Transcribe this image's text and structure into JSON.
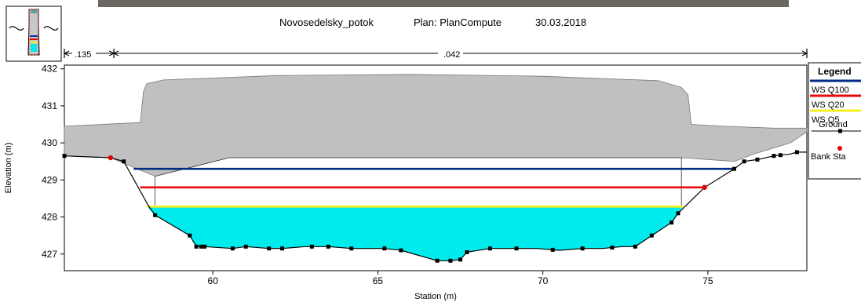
{
  "header": {
    "title": "Novosedelsky_potok",
    "plan": "Plan: PlanCompute",
    "date": "30.03.2018"
  },
  "manning": {
    "left_label": ".135",
    "main_label": ".042"
  },
  "legend": {
    "title": "Legend",
    "items": [
      {
        "label": "WS Q100",
        "kind": "line",
        "color": "#002c86"
      },
      {
        "label": "WS Q20",
        "kind": "line",
        "color": "#e40b0b"
      },
      {
        "label": "WS Q5",
        "kind": "line",
        "color": "#f6f021"
      },
      {
        "label": "Ground",
        "kind": "line-marker",
        "color": "#000000"
      },
      {
        "label": "Bank Sta",
        "kind": "marker",
        "color": "#e00000"
      }
    ]
  },
  "colors": {
    "water": "#00ecec",
    "bridge_deck": "#c0c0c0",
    "ground": "#000000",
    "bank": "#e00000"
  },
  "chart_data": {
    "type": "line",
    "title": "Novosedelsky_potok   Plan: PlanCompute   30.03.2018",
    "xlabel": "Station (m)",
    "ylabel": "Elevation (m)",
    "xlim": [
      55.5,
      78.0
    ],
    "ylim": [
      426.55,
      432.1
    ],
    "x_ticks": [
      60,
      65,
      70,
      75
    ],
    "y_ticks": [
      427,
      428,
      429,
      430,
      431,
      432
    ],
    "ground": {
      "x": [
        55.5,
        56.9,
        57.3,
        58.05,
        58.25,
        59.3,
        59.5,
        59.65,
        59.75,
        60.6,
        61.0,
        61.7,
        62.1,
        62.8,
        63.5,
        64.2,
        64.8,
        65.2,
        65.7,
        66.8,
        67.2,
        67.5,
        67.7,
        68.4,
        69.2,
        69.8,
        70.5,
        71.2,
        71.8,
        72.4,
        72.8,
        73.3,
        73.9,
        74.1,
        74.9,
        75.8,
        76.1,
        76.5,
        77.0,
        77.5,
        77.7,
        78.0
      ],
      "y": [
        429.65,
        429.6,
        429.5,
        428.3,
        428.05,
        427.5,
        427.2,
        427.2,
        427.2,
        427.15,
        427.2,
        427.15,
        427.15,
        427.2,
        427.2,
        427.15,
        427.15,
        427.15,
        427.1,
        426.82,
        426.82,
        426.85,
        427.05,
        427.15,
        427.15,
        427.15,
        427.1,
        427.15,
        427.15,
        427.2,
        427.2,
        427.5,
        427.85,
        428.1,
        428.8,
        429.3,
        429.5,
        429.55,
        429.65,
        429.7,
        429.75,
        429.75
      ],
      "marker_x": [
        55.5,
        57.3,
        58.25,
        59.3,
        59.5,
        59.65,
        59.75,
        60.6,
        61.0,
        61.7,
        62.1,
        63.0,
        63.5,
        64.2,
        65.2,
        65.7,
        66.8,
        67.2,
        67.5,
        67.7,
        68.4,
        69.2,
        70.3,
        71.2,
        72.1,
        72.8,
        73.3,
        73.9,
        74.1,
        75.8,
        76.1,
        76.5,
        77.0,
        77.2,
        77.7
      ]
    },
    "bank_stations": {
      "x": [
        56.9,
        74.9
      ],
      "y": [
        429.6,
        428.8
      ]
    },
    "water_surfaces": [
      {
        "name": "WS Q100",
        "elevation": 429.3,
        "x_from": 57.6,
        "x_to": 75.8
      },
      {
        "name": "WS Q20",
        "elevation": 428.8,
        "x_from": 57.8,
        "x_to": 74.9
      },
      {
        "name": "WS Q5",
        "elevation": 428.28,
        "x_from": 58.0,
        "x_to": 74.25
      }
    ],
    "bridge_deck_outline": {
      "x": [
        55.5,
        57.8,
        57.9,
        58.0,
        58.5,
        62.0,
        66.0,
        70.0,
        73.5,
        74.2,
        74.4,
        74.5,
        75.5,
        77.0,
        78.0,
        78.0,
        77.5,
        76.4,
        75.8,
        74.2,
        60.5,
        58.25,
        57.3,
        56.9,
        55.5
      ],
      "y": [
        430.45,
        430.55,
        431.4,
        431.6,
        431.7,
        431.82,
        431.85,
        431.8,
        431.68,
        431.5,
        431.3,
        430.5,
        430.45,
        430.4,
        430.4,
        430.3,
        430.0,
        429.7,
        429.5,
        429.6,
        429.6,
        429.1,
        429.45,
        429.6,
        429.65
      ]
    },
    "bridge_opening": {
      "x": [
        58.25,
        60.5,
        74.2,
        74.2,
        58.25
      ],
      "y": [
        429.1,
        429.6,
        429.6,
        428.3,
        428.3
      ]
    },
    "manning_breaks_x": [
      55.5,
      57.0,
      78.0
    ],
    "grid": false,
    "legend_position": "right"
  }
}
